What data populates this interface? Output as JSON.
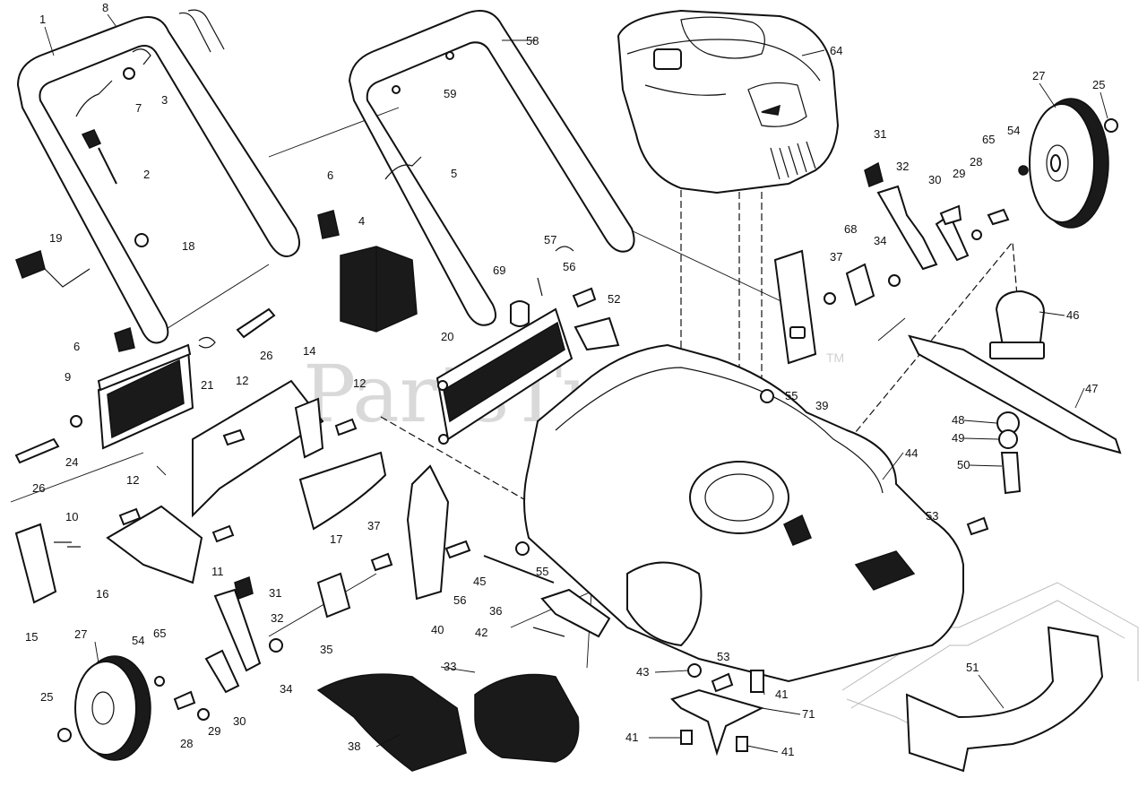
{
  "watermark": {
    "text": "PartsTree",
    "tm": "TM"
  },
  "callouts": [
    {
      "id": "c-1",
      "text": "1"
    },
    {
      "id": "c-8",
      "text": "8"
    },
    {
      "id": "c-3",
      "text": "3"
    },
    {
      "id": "c-7",
      "text": "7"
    },
    {
      "id": "c-2",
      "text": "2"
    },
    {
      "id": "c-58",
      "text": "58"
    },
    {
      "id": "c-59",
      "text": "59"
    },
    {
      "id": "c-64",
      "text": "64"
    },
    {
      "id": "c-27a",
      "text": "27"
    },
    {
      "id": "c-25a",
      "text": "25"
    },
    {
      "id": "c-5",
      "text": "5"
    },
    {
      "id": "c-31a",
      "text": "31"
    },
    {
      "id": "c-65a",
      "text": "65"
    },
    {
      "id": "c-54a",
      "text": "54"
    },
    {
      "id": "c-6a",
      "text": "6"
    },
    {
      "id": "c-32a",
      "text": "32"
    },
    {
      "id": "c-28a",
      "text": "28"
    },
    {
      "id": "c-30a",
      "text": "30"
    },
    {
      "id": "c-29a",
      "text": "29"
    },
    {
      "id": "c-4",
      "text": "4"
    },
    {
      "id": "c-18",
      "text": "18"
    },
    {
      "id": "c-19",
      "text": "19"
    },
    {
      "id": "c-57",
      "text": "57"
    },
    {
      "id": "c-68",
      "text": "68"
    },
    {
      "id": "c-37a",
      "text": "37"
    },
    {
      "id": "c-34a",
      "text": "34"
    },
    {
      "id": "c-56a",
      "text": "56"
    },
    {
      "id": "c-69",
      "text": "69"
    },
    {
      "id": "c-52",
      "text": "52"
    },
    {
      "id": "c-46",
      "text": "46"
    },
    {
      "id": "c-6b",
      "text": "6"
    },
    {
      "id": "c-26a",
      "text": "26"
    },
    {
      "id": "c-21",
      "text": "21"
    },
    {
      "id": "c-20",
      "text": "20"
    },
    {
      "id": "c-14",
      "text": "14"
    },
    {
      "id": "c-9",
      "text": "9"
    },
    {
      "id": "c-12a",
      "text": "12"
    },
    {
      "id": "c-12b",
      "text": "12"
    },
    {
      "id": "c-55a",
      "text": "55"
    },
    {
      "id": "c-39",
      "text": "39"
    },
    {
      "id": "c-47",
      "text": "47"
    },
    {
      "id": "c-48",
      "text": "48"
    },
    {
      "id": "c-49",
      "text": "49"
    },
    {
      "id": "c-24",
      "text": "24"
    },
    {
      "id": "c-26b",
      "text": "26"
    },
    {
      "id": "c-44",
      "text": "44"
    },
    {
      "id": "c-50",
      "text": "50"
    },
    {
      "id": "c-12c",
      "text": "12"
    },
    {
      "id": "c-10",
      "text": "10"
    },
    {
      "id": "c-17",
      "text": "17"
    },
    {
      "id": "c-37b",
      "text": "37"
    },
    {
      "id": "c-53a",
      "text": "53"
    },
    {
      "id": "c-11",
      "text": "11"
    },
    {
      "id": "c-55b",
      "text": "55"
    },
    {
      "id": "c-16",
      "text": "16"
    },
    {
      "id": "c-45",
      "text": "45"
    },
    {
      "id": "c-56b",
      "text": "56"
    },
    {
      "id": "c-31b",
      "text": "31"
    },
    {
      "id": "c-36",
      "text": "36"
    },
    {
      "id": "c-15",
      "text": "15"
    },
    {
      "id": "c-32b",
      "text": "32"
    },
    {
      "id": "c-35",
      "text": "35"
    },
    {
      "id": "c-40",
      "text": "40"
    },
    {
      "id": "c-42",
      "text": "42"
    },
    {
      "id": "c-27b",
      "text": "27"
    },
    {
      "id": "c-54b",
      "text": "54"
    },
    {
      "id": "c-65b",
      "text": "65"
    },
    {
      "id": "c-34b",
      "text": "34"
    },
    {
      "id": "c-43",
      "text": "43"
    },
    {
      "id": "c-53b",
      "text": "53"
    },
    {
      "id": "c-33",
      "text": "33"
    },
    {
      "id": "c-51",
      "text": "51"
    },
    {
      "id": "c-41a",
      "text": "41"
    },
    {
      "id": "c-25b",
      "text": "25"
    },
    {
      "id": "c-29b",
      "text": "29"
    },
    {
      "id": "c-30b",
      "text": "30"
    },
    {
      "id": "c-71",
      "text": "71"
    },
    {
      "id": "c-28b",
      "text": "28"
    },
    {
      "id": "c-38",
      "text": "38"
    },
    {
      "id": "c-41b",
      "text": "41"
    },
    {
      "id": "c-41c",
      "text": "41"
    }
  ]
}
